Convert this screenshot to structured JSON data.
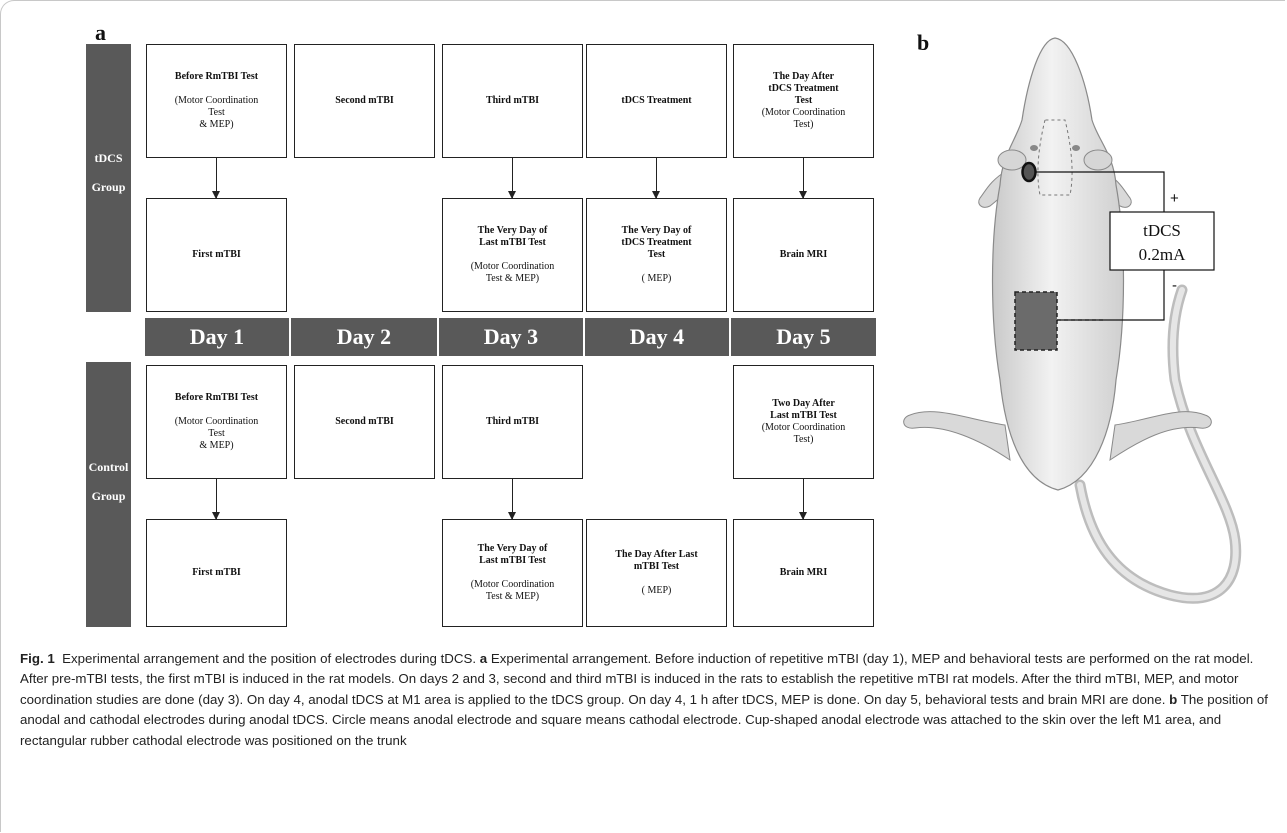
{
  "panel_a_label": "a",
  "panel_b_label": "b",
  "tdcs_group": {
    "line1": "tDCS",
    "line2": "Group"
  },
  "control_group": {
    "line1": "Control",
    "line2": "Group"
  },
  "days": [
    "Day 1",
    "Day 2",
    "Day 3",
    "Day 4",
    "Day 5"
  ],
  "tdcs_top": [
    {
      "title": "Before RmTBI  Test",
      "note": "(Motor Coordination\nTest\n& MEP)"
    },
    {
      "title": "Second mTBI",
      "note": ""
    },
    {
      "title": "Third mTBI",
      "note": ""
    },
    {
      "title": "tDCS Treatment",
      "note": ""
    },
    {
      "title": "The Day After\ntDCS Treatment\nTest",
      "note": "(Motor Coordination\nTest)"
    }
  ],
  "tdcs_bottom": [
    {
      "title": "First mTBI",
      "note": ""
    },
    {
      "title": "The Very Day of\nLast mTBI Test",
      "note": "(Motor Coordination\nTest & MEP)"
    },
    {
      "title": "The Very Day of\ntDCS Treatment\nTest",
      "note": "( MEP)"
    },
    {
      "title": "Brain MRI",
      "note": ""
    }
  ],
  "control_top": [
    {
      "title": "Before RmTBI  Test",
      "note": "(Motor Coordination\nTest\n& MEP)"
    },
    {
      "title": "Second mTBI",
      "note": ""
    },
    {
      "title": "Third mTBI",
      "note": ""
    },
    {
      "title": "Two Day After\nLast mTBI Test",
      "note": "(Motor Coordination\nTest)"
    }
  ],
  "control_bottom": [
    {
      "title": "First mTBI",
      "note": ""
    },
    {
      "title": "The Very Day of\nLast mTBI Test",
      "note": "(Motor Coordination\nTest & MEP)"
    },
    {
      "title": "The Day After Last\nmTBI Test",
      "note": "( MEP)"
    },
    {
      "title": "Brain MRI",
      "note": ""
    }
  ],
  "stimulator": {
    "line1": "tDCS",
    "line2": "0.2mA",
    "plus": "+",
    "minus": "-"
  },
  "caption": {
    "fig_label": "Fig. 1",
    "intro": "Experimental arrangement and the position of electrodes during tDCS.",
    "a_label": "a",
    "a_text": "Experimental arrangement. Before induction of repetitive mTBI (day 1), MEP and behavioral tests are performed on the rat model. After pre-mTBI tests, the first mTBI is induced in the rat models. On days 2 and 3, second and third mTBI is induced in the rats to establish the repetitive mTBI rat models. After the third mTBI, MEP, and motor coordination studies are done (day 3). On day 4, anodal tDCS at M1 area is applied to the tDCS group. On day 4, 1 h after tDCS, MEP is done. On day 5, behavioral tests and brain MRI are done.",
    "b_label": "b",
    "b_text": "The position of anodal and cathodal electrodes during anodal tDCS. Circle means anodal electrode and square means cathodal electrode. Cup-shaped anodal electrode was attached to the skin over the left M1 area, and rectangular rubber cathodal electrode was positioned on the trunk"
  }
}
